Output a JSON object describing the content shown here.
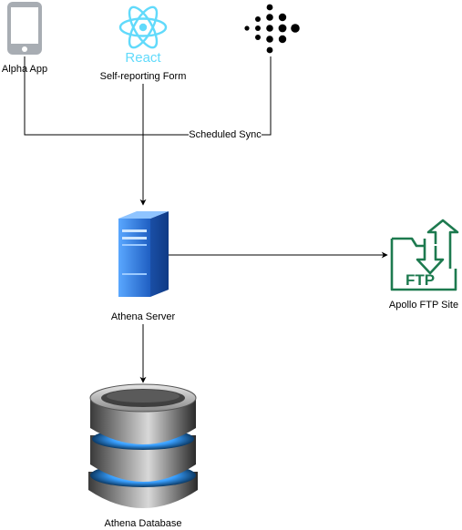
{
  "nodes": {
    "alpha_app": {
      "label": "Alpha App",
      "icon": "mobile-phone-icon"
    },
    "react_form": {
      "label": "Self-reporting Form",
      "logo_text": "React",
      "icon": "react-logo-icon"
    },
    "fitbit": {
      "icon": "fitbit-logo-icon"
    },
    "athena_server": {
      "label": "Athena Server",
      "icon": "server-icon"
    },
    "apollo_ftp": {
      "label": "Apollo FTP Site",
      "logo_text": "FTP",
      "icon": "ftp-folder-icon"
    },
    "athena_db": {
      "label": "Athena Database",
      "icon": "database-icon"
    }
  },
  "edges": {
    "sync_label": "Scheduled Sync"
  },
  "colors": {
    "react": "#61dafb",
    "ftp": "#1d7a4f",
    "server": "#2f78d6",
    "phone": "#a8adb3",
    "line": "#000000"
  }
}
